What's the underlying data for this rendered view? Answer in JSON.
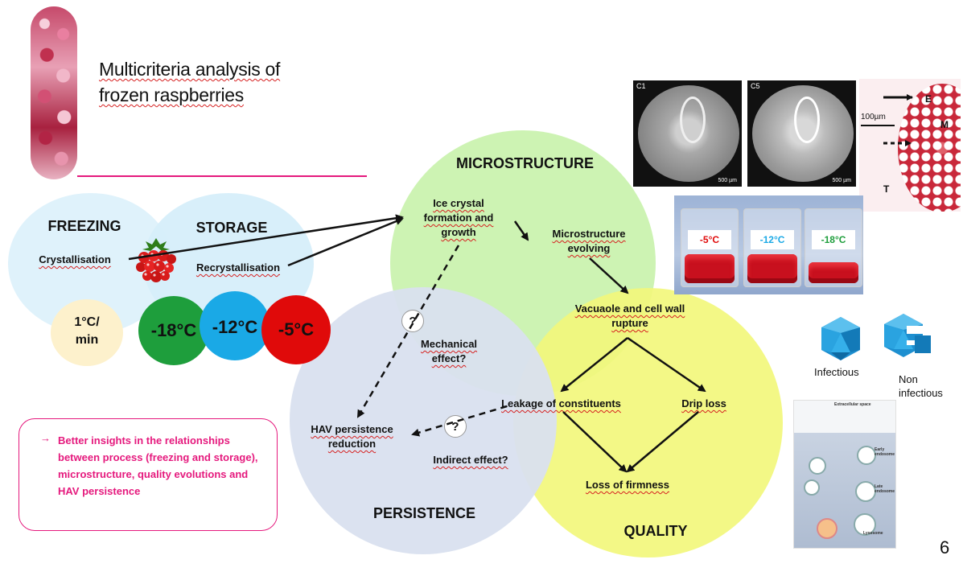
{
  "title": {
    "line1": "Multicriteria analysis of",
    "line2": "frozen raspberries"
  },
  "circles": {
    "freezing": "FREEZING",
    "storage": "STORAGE",
    "microstructure": "MICROSTRUCTURE",
    "persistence": "PERSISTENCE",
    "quality": "QUALITY"
  },
  "labels": {
    "crystallisation": "Crystallisation",
    "recrystallisation": "Recrystallisation",
    "rate_line1": "1°C/",
    "rate_line2": "min",
    "ice_crystal": "Ice crystal\nformation and\ngrowth",
    "microstructure_evolving": "Microstructure\nevolving",
    "vacuole": "Vacuaole and cell wall\nrupture",
    "mechanical": "Mechanical\neffect?",
    "leakage": "Leakage of constituents",
    "drip_loss": "Drip loss",
    "hav_persistence": "HAV persistence\nreduction",
    "indirect": "Indirect effect?",
    "loss_firmness": "Loss of firmness",
    "question_mark": "?"
  },
  "temperatures": [
    {
      "text": "-18°C",
      "color": "#1e9e3c"
    },
    {
      "text": "-12°C",
      "color": "#1aa9e6"
    },
    {
      "text": "-5°C",
      "color": "#e00a0a"
    }
  ],
  "bag_labels": [
    {
      "text": "-5°C",
      "color": "#e00a0a"
    },
    {
      "text": "-12°C",
      "color": "#1aa9e6"
    },
    {
      "text": "-18°C",
      "color": "#1e9e3c"
    }
  ],
  "micrographs": {
    "left_tag": "C1",
    "right_tag": "C5",
    "scale": "500 µm"
  },
  "histology": {
    "scale": "100µm",
    "e": "E",
    "m": "M",
    "t": "T"
  },
  "virus": {
    "infectious": "Infectious",
    "non_infectious": "Non\ninfectious"
  },
  "pathway_labels": {
    "extracellular": "Extracellular space",
    "early": "Early\nendosome",
    "late": "Late\nendosome",
    "lysosome": "Lysosome"
  },
  "insight": "Better insights in the relationships between process (freezing and storage), microstructure, quality evolutions and HAV persistence",
  "page_number": "6",
  "colors": {
    "accent_pink": "#e5197d",
    "freezing_bg": "#dff2fb",
    "storage_bg": "#d6eefa",
    "micro_bg": "#cdf3b3",
    "quality_bg": "#f2f77c",
    "persistence_bg": "#d9e0ef",
    "rate_bg": "#fdf1cc"
  }
}
